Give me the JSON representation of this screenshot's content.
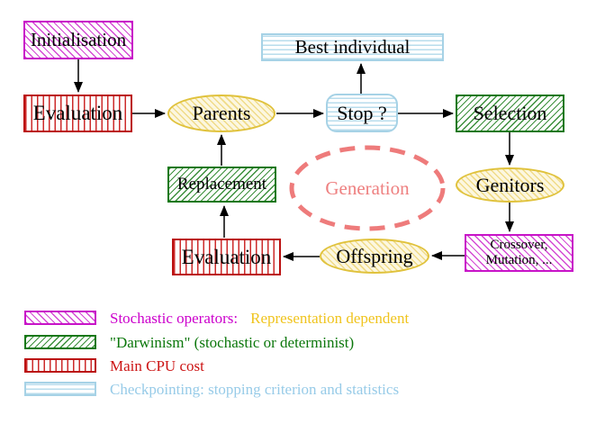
{
  "diagram": {
    "nodes": {
      "initialisation": {
        "label": "Initialisation"
      },
      "evaluation_top": {
        "label": "Evaluation"
      },
      "parents": {
        "label": "Parents"
      },
      "best_individual": {
        "label": "Best individual"
      },
      "stop": {
        "label": "Stop ?"
      },
      "selection": {
        "label": "Selection"
      },
      "genitors": {
        "label": "Genitors"
      },
      "crossover": {
        "line1": "Crossover,",
        "line2": "Mutation, ..."
      },
      "offspring": {
        "label": "Offspring"
      },
      "evaluation_bottom": {
        "label": "Evaluation"
      },
      "replacement": {
        "label": "Replacement"
      },
      "generation": {
        "label": "Generation"
      }
    },
    "edges": [
      {
        "from": "initialisation",
        "to": "evaluation_top"
      },
      {
        "from": "evaluation_top",
        "to": "parents"
      },
      {
        "from": "parents",
        "to": "stop"
      },
      {
        "from": "stop",
        "to": "best_individual"
      },
      {
        "from": "stop",
        "to": "selection"
      },
      {
        "from": "selection",
        "to": "genitors"
      },
      {
        "from": "genitors",
        "to": "crossover"
      },
      {
        "from": "crossover",
        "to": "offspring"
      },
      {
        "from": "offspring",
        "to": "evaluation_bottom"
      },
      {
        "from": "evaluation_bottom",
        "to": "replacement"
      },
      {
        "from": "replacement",
        "to": "parents"
      }
    ]
  },
  "legend": {
    "stochastic": {
      "label": "Stochastic operators:",
      "suffix": "Representation dependent"
    },
    "darwinism": {
      "label": "\"Darwinism\" (stochastic or determinist)"
    },
    "cpu": {
      "label": "Main CPU cost"
    },
    "checkpointing": {
      "label": "Checkpointing: stopping criterion and statistics"
    }
  },
  "colors": {
    "stochastic_magenta": "#cc00cc",
    "representation_gold": "#f0c41e",
    "darwinism_green": "#117711",
    "cpu_red": "#bb1111",
    "checkpointing_cyan": "#a6d2e6",
    "node_yellow": "#e0c23c",
    "generation_salmon": "#ee7b7b",
    "arrow_black": "#000000"
  }
}
